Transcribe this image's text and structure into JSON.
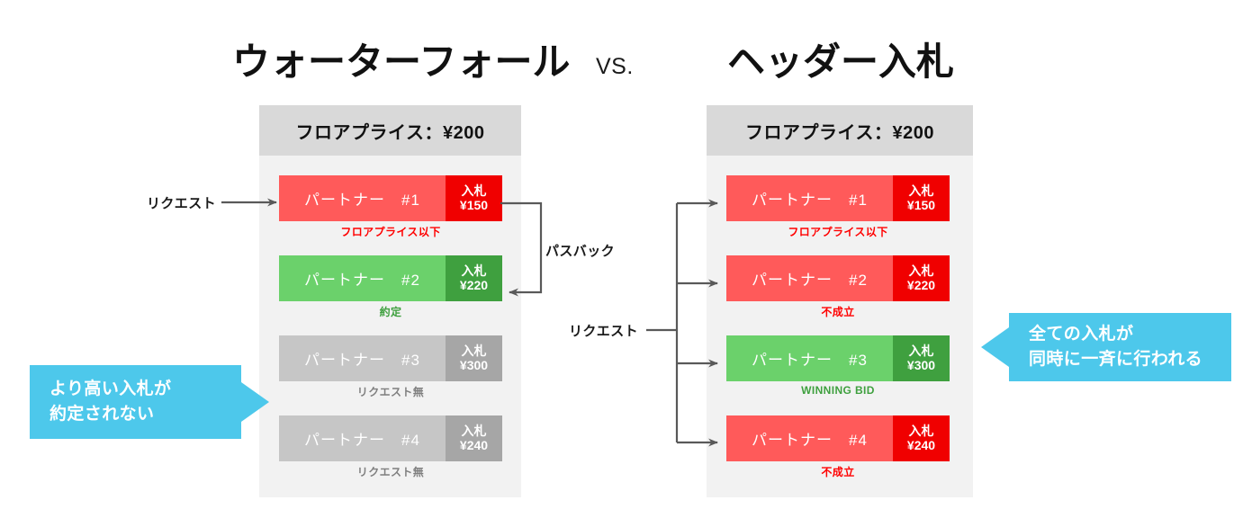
{
  "titles": {
    "left": "ウォーターフォール",
    "vs": "VS.",
    "right": "ヘッダー入札"
  },
  "waterfall_panel": {
    "header": "フロアプライス：¥200",
    "rows": [
      {
        "partner": "パートナー　#1",
        "bid_label": "入札",
        "bid_amount": "¥150",
        "caption": "フロアプライス以下",
        "state": "below-floor"
      },
      {
        "partner": "パートナー　#2",
        "bid_label": "入札",
        "bid_amount": "¥220",
        "caption": "約定",
        "state": "won"
      },
      {
        "partner": "パートナー　#3",
        "bid_label": "入札",
        "bid_amount": "¥300",
        "caption": "リクエスト無",
        "state": "no-request"
      },
      {
        "partner": "パートナー　#4",
        "bid_label": "入札",
        "bid_amount": "¥240",
        "caption": "リクエスト無",
        "state": "no-request"
      }
    ]
  },
  "header_bidding_panel": {
    "header": "フロアプライス：¥200",
    "rows": [
      {
        "partner": "パートナー　#1",
        "bid_label": "入札",
        "bid_amount": "¥150",
        "caption": "フロアプライス以下",
        "state": "below-floor"
      },
      {
        "partner": "パートナー　#2",
        "bid_label": "入札",
        "bid_amount": "¥220",
        "caption": "不成立",
        "state": "lost"
      },
      {
        "partner": "パートナー　#3",
        "bid_label": "入札",
        "bid_amount": "¥300",
        "caption": "WINNING BID",
        "state": "won"
      },
      {
        "partner": "パートナー　#4",
        "bid_label": "入札",
        "bid_amount": "¥240",
        "caption": "不成立",
        "state": "lost"
      }
    ]
  },
  "annotations": {
    "request_left": "リクエスト",
    "passback": "パスバック",
    "request_right": "リクエスト"
  },
  "callouts": {
    "left_line1": "より高い入札が",
    "left_line2": "約定されない",
    "right_line1": "全ての入札が",
    "right_line2": "同時に一斉に行われる"
  },
  "colors": {
    "bar_red_light": "#FF5A5A",
    "bar_red_dark": "#F00000",
    "bar_green_light": "#6BD16B",
    "bar_green_dark": "#3FA03F",
    "bar_gray_light": "#C6C6C6",
    "bar_gray_dark": "#A6A6A6",
    "panel_body": "#F2F2F2",
    "panel_header": "#D9D9D9",
    "callout": "#4DC8EB",
    "arrow": "#595959"
  }
}
